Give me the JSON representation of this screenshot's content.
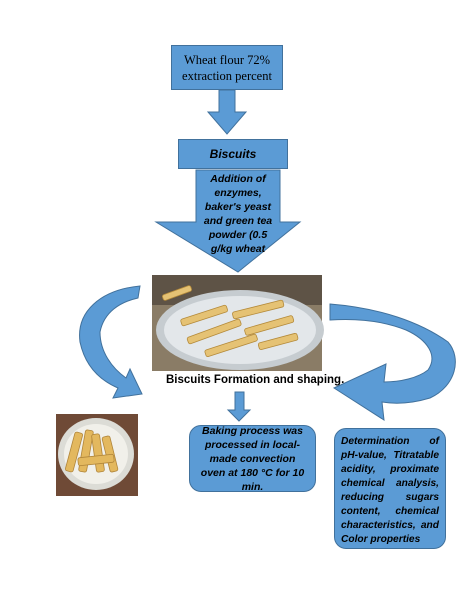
{
  "nodes": {
    "wheat_flour": "Wheat flour 72% extraction percent",
    "biscuits": "Biscuits",
    "addition": "Addition of enzymes, baker's yeast and green tea powder (0.5 g/kg wheat",
    "formation": "Biscuits Formation and shaping.",
    "baking": "Baking process was processed in local-made convection oven at 180 °C for 10 min.",
    "determination": "Determination of pH-value, Titratable acidity, proximate chemical analysis, reducing sugars content, chemical characteristics, and Color properties"
  },
  "colors": {
    "fill": "#5b9bd5",
    "border": "#41719c"
  }
}
